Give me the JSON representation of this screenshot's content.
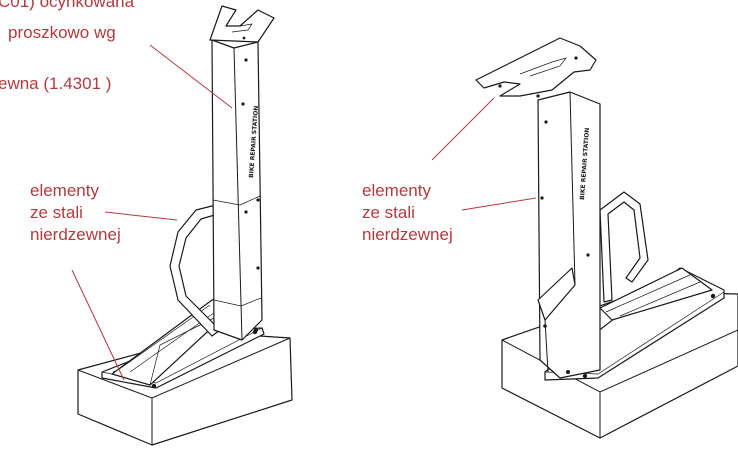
{
  "annotations": {
    "spec_top": {
      "lines": [
        "C01) ocynkowana",
        "proszkowo wg",
        "ewna (1.4301 )"
      ]
    },
    "left_label": {
      "lines": [
        "elementy",
        "ze stali",
        "nierdzewnej"
      ]
    },
    "right_label": {
      "lines": [
        "elementy",
        "ze stali",
        "nierdzewnej"
      ]
    }
  },
  "station_text": "BIKE REPAIR STATION",
  "colors": {
    "annotation": "#b43a3e",
    "leader": "#b43a3e",
    "outline": "#1a1a1a",
    "fill": "#ffffff"
  }
}
